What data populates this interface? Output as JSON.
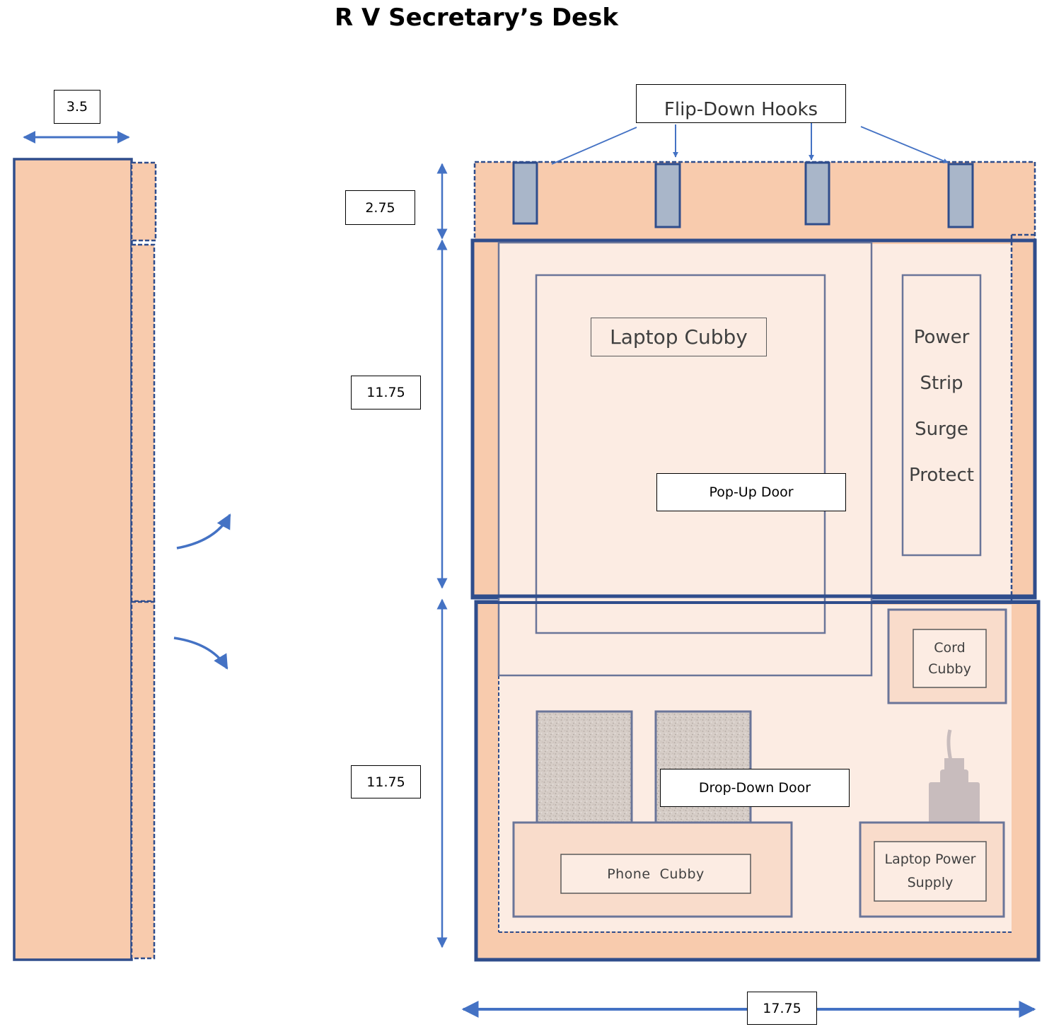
{
  "title": "R V Secretary’s Desk",
  "colors": {
    "panel": "#f8cbad",
    "panel_light": "#fcece3",
    "panel_mid": "#f9dccb",
    "border": "#2f4d8c",
    "hook": "#a9b6c9",
    "arrow": "#4472c4",
    "texture": "#cfc6c0",
    "plug": "#c8bcbd"
  },
  "dimensions": {
    "side_depth": "3.5",
    "top_height": "2.75",
    "upper_height": "11.75",
    "lower_height": "11.75",
    "width": "17.75"
  },
  "labels": {
    "flip_down_hooks": "Flip-Down Hooks",
    "laptop_cubby": "Laptop Cubby",
    "pop_up_door": "Pop-Up Door",
    "power_strip": [
      "Power",
      "Strip",
      "Surge",
      "Protect"
    ],
    "cord_cubby": [
      "Cord",
      "Cubby"
    ],
    "drop_down_door": "Drop-Down Door",
    "phone_cubby": "Phone  Cubby",
    "laptop_power_supply": [
      "Laptop Power",
      "Supply"
    ]
  }
}
